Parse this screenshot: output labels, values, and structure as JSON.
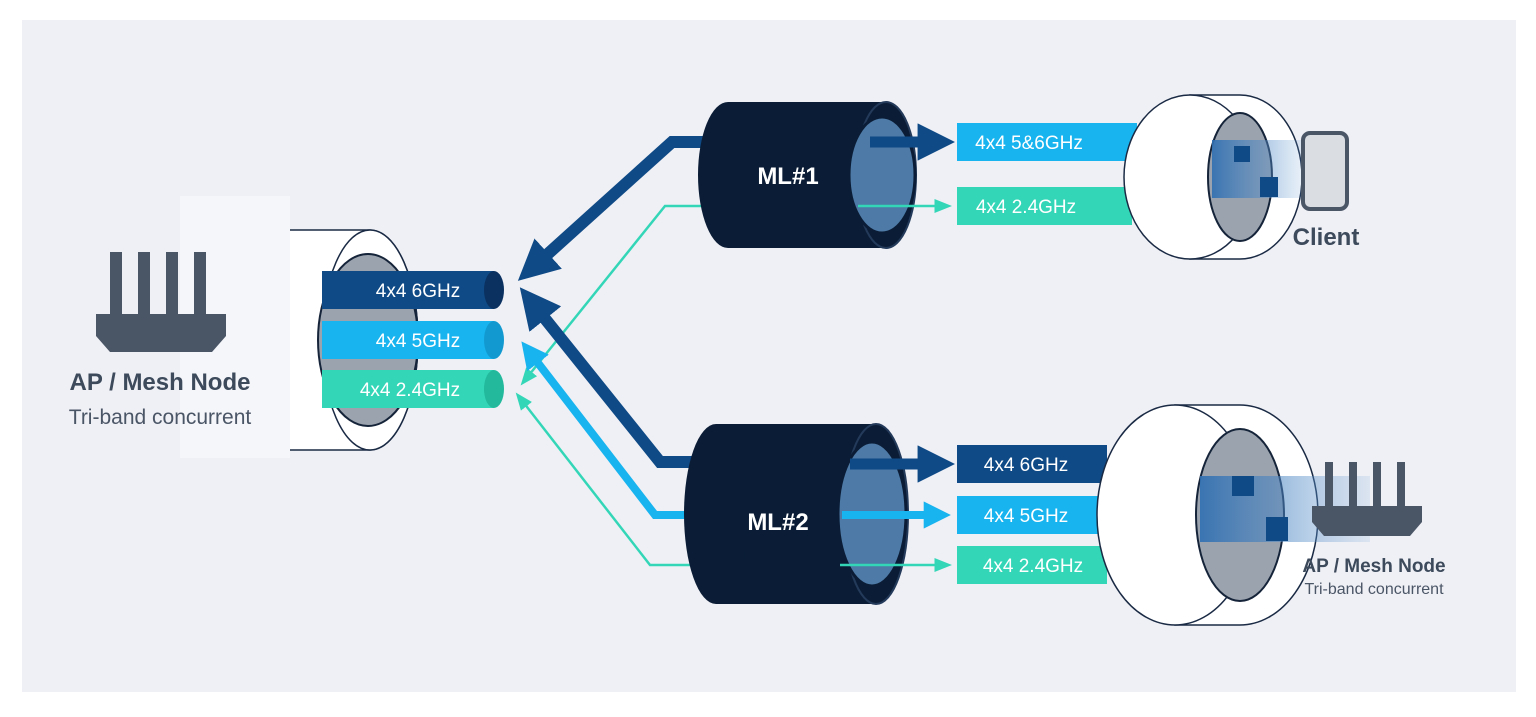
{
  "colors": {
    "band_6ghz": "#0f4a86",
    "band_5ghz": "#18b4ef",
    "band_24ghz": "#34d6b8",
    "mld": "#0b1d36",
    "icon": "#4a5566",
    "background": "#eff0f5"
  },
  "left_node": {
    "title": "AP / Mesh Node",
    "subtitle": "Tri-band concurrent",
    "icon": "router-icon",
    "bands": [
      "4x4 6GHz",
      "4x4 5GHz",
      "4x4 2.4GHz"
    ]
  },
  "ml1": {
    "label": "ML#1",
    "bands": [
      "4x4 5&6GHz",
      "4x4 2.4GHz"
    ]
  },
  "ml2": {
    "label": "ML#2",
    "bands": [
      "4x4 6GHz",
      "4x4 5GHz",
      "4x4 2.4GHz"
    ]
  },
  "client": {
    "title": "Client",
    "icon": "phone-icon"
  },
  "right_node": {
    "title": "AP / Mesh Node",
    "subtitle": "Tri-band concurrent",
    "icon": "router-icon"
  }
}
